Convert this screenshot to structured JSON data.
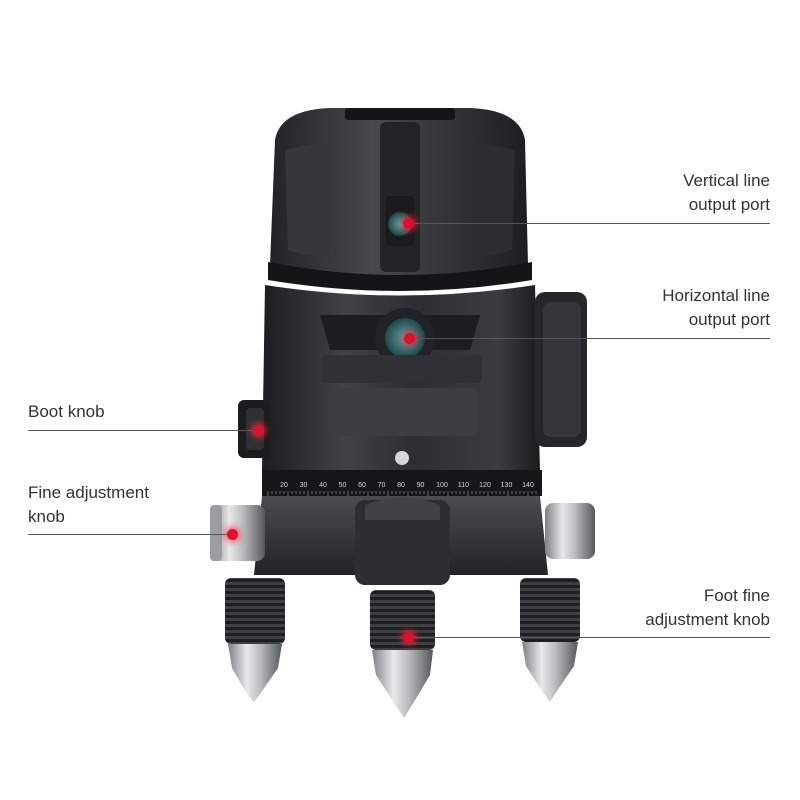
{
  "colors": {
    "background": "#ffffff",
    "body_dark": "#2a2b2e",
    "body_mid": "#3e4044",
    "label_text": "#333333",
    "leader_line": "#555555",
    "marker": "#e0102a",
    "lens": "#2f6b6e"
  },
  "callouts": {
    "vertical_port": {
      "line1": "Vertical line",
      "line2": "output port"
    },
    "horizontal_port": {
      "line1": "Horizontal line",
      "line2": "output port"
    },
    "boot_knob": {
      "line1": "Boot knob"
    },
    "fine_adjust": {
      "line1": "Fine adjustment",
      "line2": "knob"
    },
    "foot_fine_adjust": {
      "line1": "Foot fine",
      "line2": "adjustment knob"
    }
  },
  "dial": {
    "labels": [
      "20",
      "30",
      "40",
      "50",
      "60",
      "70",
      "80",
      "90",
      "100",
      "110",
      "120",
      "130",
      "140"
    ]
  }
}
